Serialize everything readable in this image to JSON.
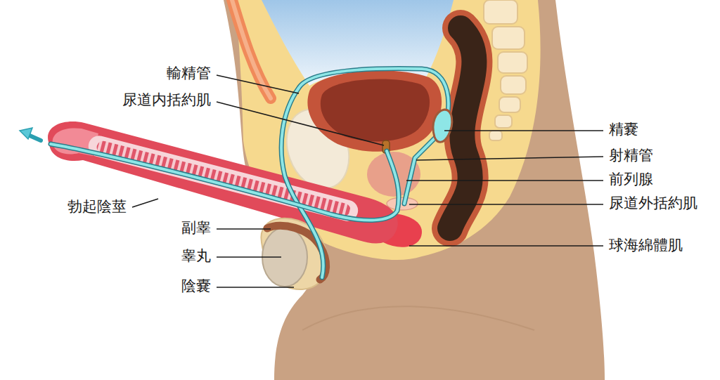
{
  "diagram": {
    "labels": [
      "輸精管",
      "尿道内括約肌",
      "精嚢",
      "射精管",
      "前列腺",
      "勃起陰莖",
      "尿道外括約肌",
      "副睾",
      "球海綿體肌",
      "睾丸",
      "陰嚢"
    ]
  }
}
